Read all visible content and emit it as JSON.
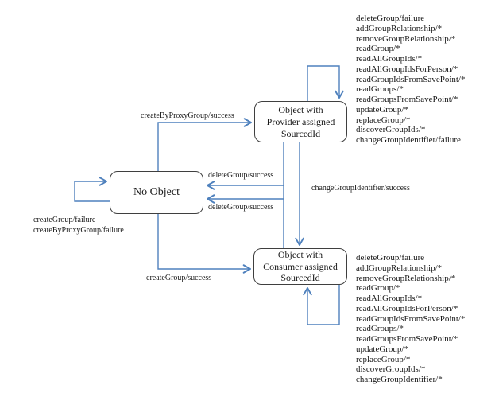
{
  "colors": {
    "arrow": "#4f81bd",
    "box_border": "#3f3f3f",
    "text": "#1a1a1a",
    "background": "#ffffff"
  },
  "states": {
    "no_object": {
      "label": "No Object"
    },
    "provider": {
      "lines": [
        "Object with",
        "Provider assigned",
        "SourcedId"
      ]
    },
    "consumer": {
      "lines": [
        "Object with",
        "Consumer assigned",
        "SourcedId"
      ]
    }
  },
  "transitions": {
    "create_by_proxy_success": "createByProxyGroup/success",
    "delete_success_from_provider": "deleteGroup/success",
    "delete_success_from_consumer": "deleteGroup/success",
    "change_group_identifier_success": "changeGroupIdentifier/success",
    "create_group_success": "createGroup/success",
    "no_object_self_failures": [
      "createGroup/failure",
      "createByProxyGroup/failure"
    ]
  },
  "provider_self_operations": [
    "deleteGroup/failure",
    "addGroupRelationship/*",
    "removeGroupRelationship/*",
    "readGroup/*",
    "readAllGroupIds/*",
    "readAllGroupIdsForPerson/*",
    "readGroupIdsFromSavePoint/*",
    "readGroups/*",
    "readGroupsFromSavePoint/*",
    "updateGroup/*",
    "replaceGroup/*",
    "discoverGroupIds/*",
    "changeGroupIdentifier/failure"
  ],
  "consumer_self_operations": [
    "deleteGroup/failure",
    "addGroupRelationship/*",
    "removeGroupRelationship/*",
    "readGroup/*",
    "readAllGroupIds/*",
    "readAllGroupIdsForPerson/*",
    "readGroupIdsFromSavePoint/*",
    "readGroups/*",
    "readGroupsFromSavePoint/*",
    "updateGroup/*",
    "replaceGroup/*",
    "discoverGroupIds/*",
    "changeGroupIdentifier/*"
  ]
}
